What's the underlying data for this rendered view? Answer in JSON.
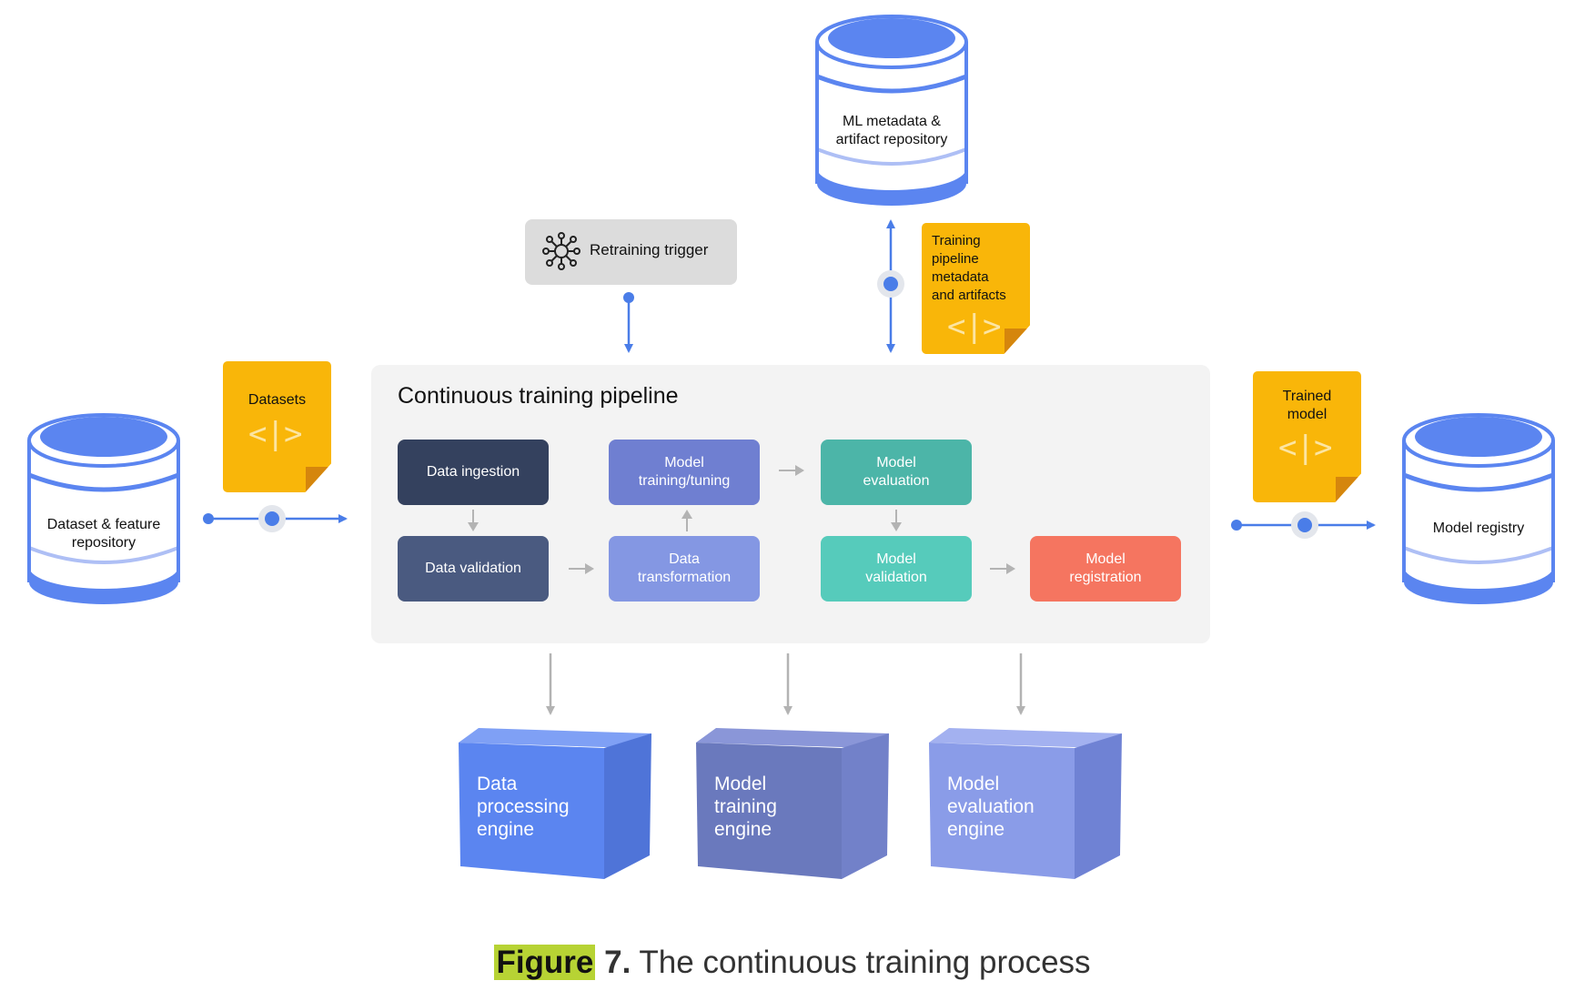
{
  "repositories": {
    "dataset": "Dataset & feature\nrepository",
    "metadata": "ML metadata &\nartifact repository",
    "registry": "Model registry"
  },
  "artifacts": {
    "datasets": "Datasets",
    "training_metadata": "Training\npipeline\nmetadata\nand artifacts",
    "trained_model": "Trained\nmodel",
    "code_glyph": "<|>"
  },
  "trigger": {
    "label": "Retraining trigger",
    "icon": "network-hub-icon"
  },
  "pipeline": {
    "title": "Continuous training pipeline",
    "steps": {
      "ingestion": "Data ingestion",
      "validation": "Data validation",
      "transformation": "Data\ntransformation",
      "training": "Model\ntraining/tuning",
      "evaluation": "Model\nevaluation",
      "model_validation": "Model\nvalidation",
      "registration": "Model\nregistration"
    }
  },
  "engines": {
    "data": "Data\nprocessing\nengine",
    "training": "Model\ntraining\nengine",
    "evaluation": "Model\nevaluation\nengine"
  },
  "caption": {
    "figure": "Figure",
    "number": "7.",
    "text": "The continuous training process"
  },
  "colors": {
    "blue": "#5b85f0",
    "yellow": "#f9b609",
    "ingestion": "#34415e",
    "validation": "#4a5a80",
    "transformation": "#8497e3",
    "training": "#6f7fd1",
    "evaluation": "#4cb5a8",
    "model_validation": "#56cbbb",
    "registration": "#f57560",
    "arrow_gray": "#b3b3b3"
  }
}
